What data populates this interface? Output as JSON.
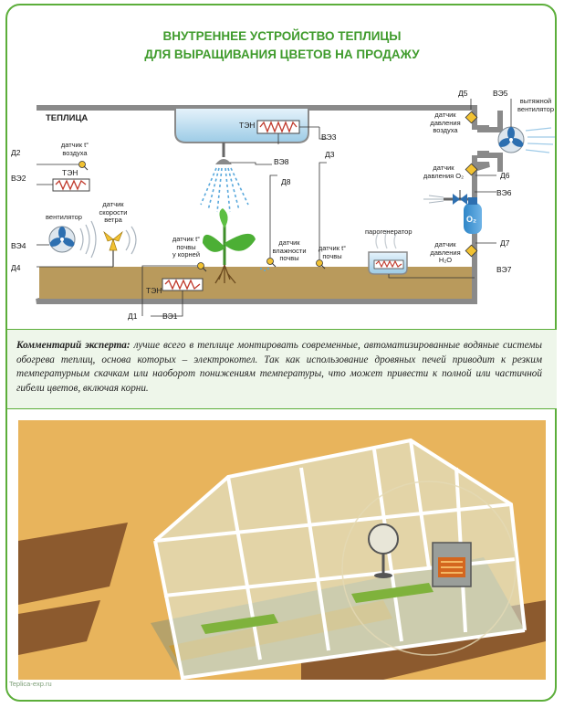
{
  "title": {
    "line1": "ВНУТРЕННЕЕ УСТРОЙСТВО ТЕПЛИЦЫ",
    "line2": "ДЛЯ ВЫРАЩИВАНИЯ ЦВЕТОВ НА ПРОДАЖУ"
  },
  "diagram": {
    "greenhouse_label": "ТЕПЛИЦА",
    "labels": {
      "air_temp_1": "датчик t°",
      "air_temp_2": "воздуха",
      "ten_left": "ТЭН",
      "ten_top": "ТЭН",
      "ten_bottom": "ТЭН",
      "fan": "вентилятор",
      "wind_1": "датчик",
      "wind_2": "скорости",
      "wind_3": "ветра",
      "soil_temp_1": "датчик t°",
      "soil_temp_2": "почвы",
      "soil_temp_3": "у корней",
      "soil_moist_1": "датчик",
      "soil_moist_2": "влажности",
      "soil_moist_3": "почвы",
      "soil_t_1": "датчик t°",
      "soil_t_2": "почвы",
      "steam": "парогенератор",
      "press_air_1": "датчик",
      "press_air_2": "давления",
      "press_air_3": "воздуха",
      "press_o2_1": "датчик",
      "press_o2_2": "давления O₂",
      "press_h2o_1": "датчик",
      "press_h2o_2": "давления",
      "press_h2o_3": "H₂O",
      "exhaust_1": "вытяжной",
      "exhaust_2": "вентилятор",
      "o2_tank": "O₂"
    },
    "codes": {
      "d1": "Д1",
      "d2": "Д2",
      "d3": "Д3",
      "d4": "Д4",
      "d5": "Д5",
      "d6": "Д6",
      "d7": "Д7",
      "d8": "Д8",
      "v1": "ВЭ1",
      "v2": "ВЭ2",
      "v3": "ВЭ3",
      "v4": "ВЭ4",
      "v5": "ВЭ5",
      "v6": "ВЭ6",
      "v7": "ВЭ7",
      "v8": "ВЭ8"
    }
  },
  "comment": {
    "lead": "Комментарий эксперта:",
    "text": " лучше всего в теплице монтировать современные, автоматизированные водяные системы обогрева теплиц, основа которых – электрокотел. Так как использование дровяных печей приводит к резким температурным скачкам или наоборот понижениям температуры, что может привести к полной или частичной гибели цветов, включая корни."
  },
  "watermark": "Teplica-exp.ru",
  "colors": {
    "accent_green": "#3f9b2c",
    "frame_green": "#5cae3a",
    "wall_gray": "#8a8a8a",
    "soil": "#b99a5c",
    "heater_red": "#c0392b",
    "sensor_yellow": "#f2c232"
  }
}
